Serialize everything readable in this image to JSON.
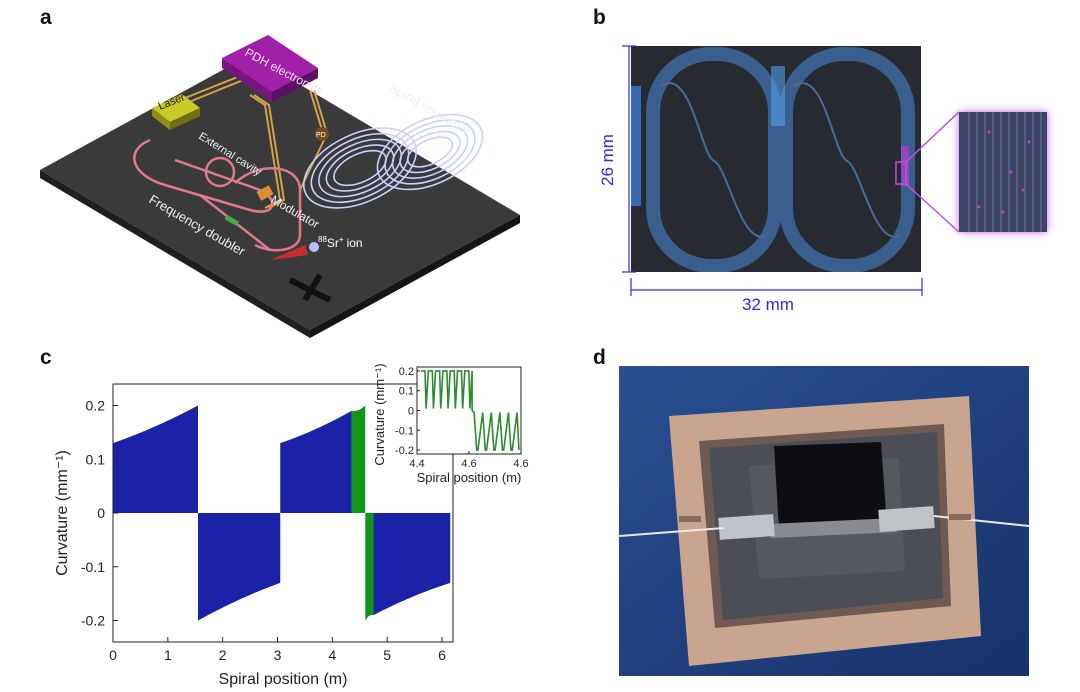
{
  "panels": {
    "a": {
      "letter": "a",
      "labels": {
        "pdh": "PDH electronics",
        "laser": "Laser",
        "external_cavity": "External cavity",
        "pd": "PD",
        "spiral": "Spiral resonator",
        "modulator": "Modulator",
        "frequency_doubler": "Frequency doubler",
        "ion_mass": "88",
        "ion_element": "Sr",
        "ion_charge": "+",
        "ion_word": "ion"
      }
    },
    "b": {
      "letter": "b",
      "height_label": "26 mm",
      "width_label": "32 mm"
    },
    "c": {
      "letter": "c"
    },
    "d": {
      "letter": "d"
    }
  },
  "colors": {
    "blue": "#1a22a8",
    "green": "#13941a",
    "dim_blue": "#2a2ae8",
    "magenta": "#b02fc6",
    "inset_green": "#2e8b2e"
  },
  "chart_data": [
    {
      "type": "area",
      "title": "",
      "xlabel": "Spiral position (m)",
      "ylabel": "Curvature (mm⁻¹)",
      "xlim": [
        0,
        6.2
      ],
      "ylim": [
        -0.24,
        0.24
      ],
      "xticks": [
        "0",
        "1",
        "2",
        "3",
        "4",
        "5",
        "6"
      ],
      "yticks": [
        "0.2",
        "0.1",
        "0",
        "-0.1",
        "-0.2"
      ],
      "series": [
        {
          "color": "blue",
          "segments": [
            {
              "x": [
                0,
                1.55
              ],
              "y_start": 0.13,
              "y_end": 0.2,
              "fill_to": 0
            },
            {
              "x": [
                1.55,
                3.05
              ],
              "y_start": -0.2,
              "y_end": -0.13,
              "fill_to": 0
            },
            {
              "x": [
                3.05,
                4.35
              ],
              "y_start": 0.13,
              "y_end": 0.19,
              "fill_to": 0
            },
            {
              "x": [
                4.75,
                6.15
              ],
              "y_start": -0.19,
              "y_end": -0.13,
              "fill_to": 0
            }
          ]
        },
        {
          "color": "green",
          "segments": [
            {
              "x": [
                4.35,
                4.6
              ],
              "y_start": 0.19,
              "y_end": 0.2,
              "fill_to": 0
            },
            {
              "x": [
                4.6,
                4.75
              ],
              "y_start": -0.2,
              "y_end": -0.19,
              "fill_to": 0
            }
          ]
        }
      ]
    },
    {
      "type": "line",
      "title": "",
      "xlabel": "Spiral position (m)",
      "ylabel": "Curvature (mm⁻¹)",
      "xlim": [
        4.4,
        4.6
      ],
      "ylim": [
        -0.22,
        0.22
      ],
      "xticks": [
        "4.4",
        "4.6",
        "4.6"
      ],
      "yticks": [
        "0.2",
        "0.1",
        "0",
        "-0.1",
        "-0.2"
      ],
      "series": [
        {
          "color": "inset_green",
          "description_values": {
            "positive_oscillation": {
              "x_range": [
                4.4,
                4.6
              ],
              "y_min": 0.0,
              "y_max": 0.2,
              "cycles": 7
            },
            "negative_oscillation": {
              "x_range": [
                4.6,
                4.7
              ],
              "y_min": -0.2,
              "y_max": 0.0,
              "cycles": 5
            }
          }
        }
      ]
    }
  ]
}
